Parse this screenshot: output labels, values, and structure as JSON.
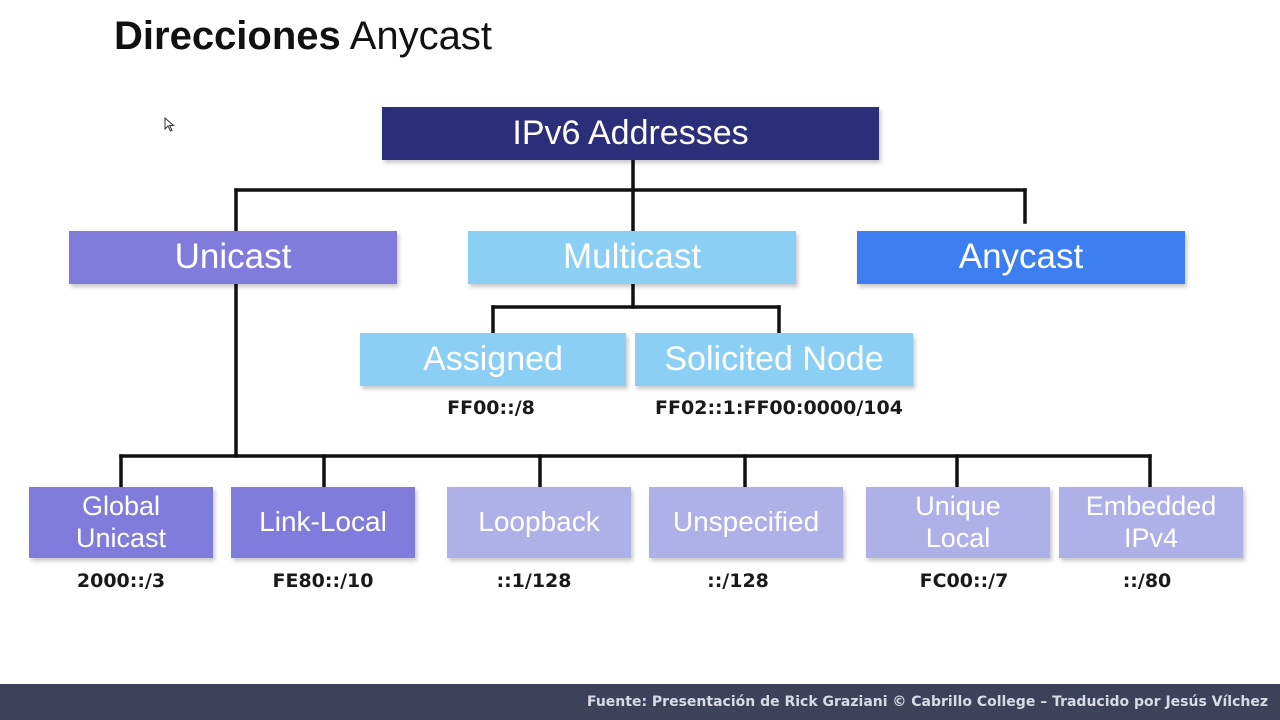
{
  "slide": {
    "title_bold": "Direcciones",
    "title_regular": "Anycast"
  },
  "diagram": {
    "root": {
      "label": "IPv6 Addresses",
      "color": "#2b2f7a"
    },
    "unicast": {
      "label": "Unicast",
      "color": "#7f7cdb"
    },
    "multicast": {
      "label": "Multicast",
      "color": "#8ccff5"
    },
    "anycast": {
      "label": "Anycast",
      "color": "#3d7ef0"
    },
    "assigned": {
      "label": "Assigned",
      "prefix": "FF00::/8",
      "color": "#8ccff5"
    },
    "solicited": {
      "label": "Solicited Node",
      "prefix": "FF02::1:FF00:0000/104",
      "color": "#8ccff5"
    },
    "unicast_types": [
      {
        "line1": "Global",
        "line2": "Unicast",
        "prefix": "2000::/3",
        "color": "#7f7cdb"
      },
      {
        "line1": "Link-Local",
        "line2": "",
        "prefix": "FE80::/10",
        "color": "#7f7cdb"
      },
      {
        "line1": "Loopback",
        "line2": "",
        "prefix": "::1/128",
        "color": "#aeb0e8"
      },
      {
        "line1": "Unspecified",
        "line2": "",
        "prefix": "::/128",
        "color": "#aeb0e8"
      },
      {
        "line1": "Unique",
        "line2": "Local",
        "prefix": "FC00::/7",
        "color": "#aeb0e8"
      },
      {
        "line1": "Embedded",
        "line2": "IPv4",
        "prefix": "::/80",
        "color": "#aeb0e8"
      }
    ],
    "connector_color": "#111111"
  },
  "footer": {
    "text": "Fuente: Presentación de Rick Graziani © Cabrillo College – Traducido por Jesús Vílchez",
    "background": "#3c4259"
  },
  "cursor": {
    "icon": "mouse-pointer-icon"
  }
}
